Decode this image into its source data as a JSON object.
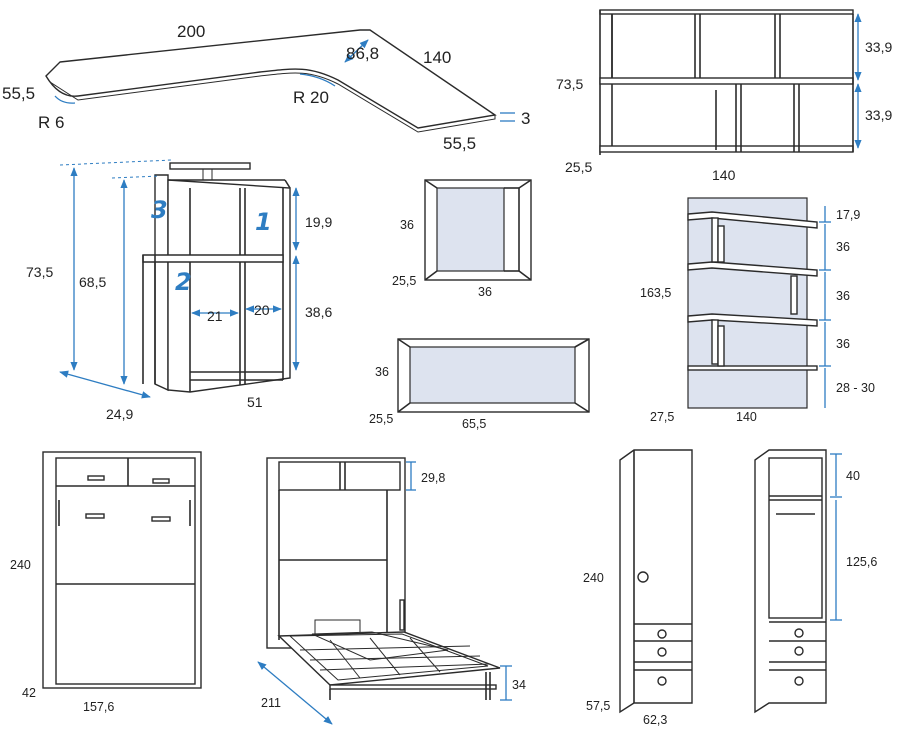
{
  "desk": {
    "length_main": "200",
    "length_side": "140",
    "corner_dim": "86,8",
    "depth_left": "55,5",
    "depth_right": "55,5",
    "radius_small": "R 6",
    "radius_large": "R 20",
    "thickness": "3"
  },
  "shelf_top": {
    "height": "73,5",
    "depth": "25,5",
    "width": "140",
    "upper_height": "33,9",
    "lower_height": "33,9"
  },
  "cube_desk": {
    "height_total": "73,5",
    "height_inner": "68,5",
    "depth": "24,9",
    "width": "51",
    "upper_height": "19,9",
    "lower_height": "38,6",
    "left_width": "21",
    "right_width": "20",
    "badge_1": "1",
    "badge_2": "2",
    "badge_3": "3"
  },
  "cube_small": {
    "height": "36",
    "depth": "25,5",
    "width": "36"
  },
  "cube_long": {
    "height": "36",
    "depth": "25,5",
    "width": "65,5"
  },
  "wall_shelf": {
    "height": "163,5",
    "depth": "27,5",
    "width": "140",
    "row1": "17,9",
    "row2": "36",
    "row3": "36",
    "row4": "36",
    "row5": "28 - 30"
  },
  "wall_bed_closed": {
    "height": "240",
    "depth": "42",
    "width": "157,6"
  },
  "wall_bed_open": {
    "top_height": "29,8",
    "length": "211",
    "leg_height": "34"
  },
  "wardrobe_closed": {
    "height": "240",
    "depth": "57,5",
    "width": "62,3"
  },
  "wardrobe_open": {
    "top_height": "40",
    "hanging_height": "125,6"
  }
}
